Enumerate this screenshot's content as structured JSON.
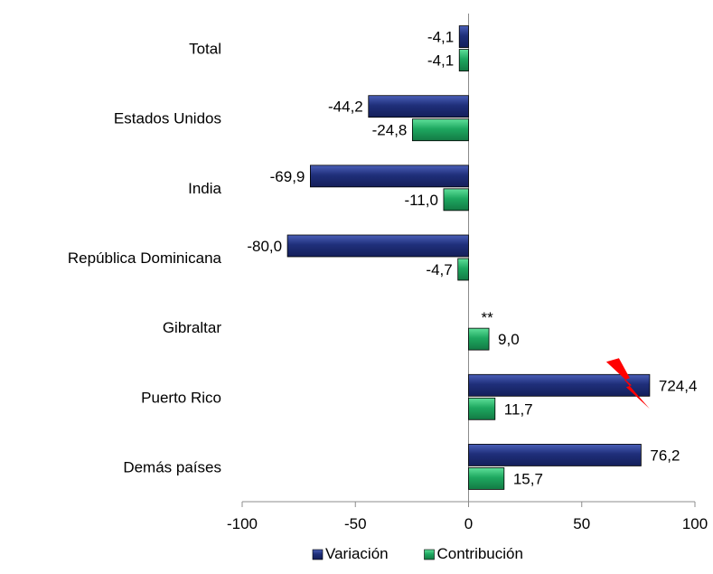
{
  "chart_data": {
    "type": "bar",
    "orientation": "horizontal",
    "categories": [
      "Total",
      "Estados Unidos",
      "India",
      "República Dominicana",
      "Gibraltar",
      "Puerto Rico",
      "Demás países"
    ],
    "series": [
      {
        "name": "Variación",
        "color": "#1f2f7a",
        "values": [
          -4.1,
          -44.2,
          -69.9,
          -80.0,
          null,
          724.4,
          76.2
        ],
        "labels": [
          "-4,1",
          "-44,2",
          "-69,9",
          "-80,0",
          "**",
          "724,4",
          "76,2"
        ]
      },
      {
        "name": "Contribución",
        "color": "#1ea860",
        "values": [
          -4.1,
          -24.8,
          -11.0,
          -4.7,
          9.0,
          11.7,
          15.7
        ],
        "labels": [
          "-4,1",
          "-24,8",
          "-11,0",
          "-4,7",
          "9,0",
          "11,7",
          "15,7"
        ]
      }
    ],
    "xlim": [
      -100,
      100
    ],
    "xticks": [
      -100,
      -50,
      0,
      50,
      100
    ],
    "xtick_labels": [
      "-100",
      "-50",
      "0",
      "50",
      "100"
    ],
    "truncated_bar": {
      "category": "Puerto Rico",
      "series": "Variación",
      "marker_color": "#ff0000"
    },
    "legend_position": "bottom-center",
    "grid": false
  }
}
